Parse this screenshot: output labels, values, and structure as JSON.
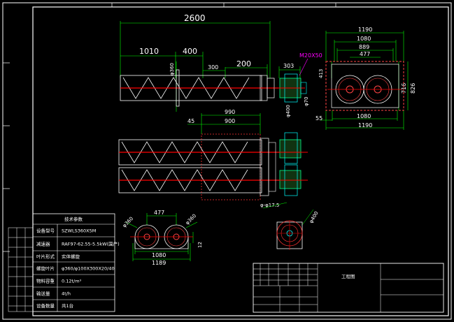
{
  "dimensions": {
    "total_length": "2600",
    "section_1010": "1010",
    "section_400": "400",
    "section_300": "300",
    "section_200": "200",
    "section_303": "303",
    "bolt": "M20X50",
    "dia_360_top": "φ360",
    "dia_400_top": "φ400",
    "dia_70": "φ70",
    "len_990": "990",
    "len_900": "900",
    "len_45": "45",
    "dia_bottom_175": "φ-φ17.5",
    "dia_400_end": "φ400",
    "end_1190_top": "1190",
    "end_1080_top": "1080",
    "end_889": "889",
    "end_477_top": "477",
    "end_413": "413",
    "end_716": "716",
    "end_826": "826",
    "end_55": "55",
    "end_1080_bot": "1080",
    "end_1190_bot": "1190",
    "front_477": "477",
    "front_360_left": "φ360",
    "front_360_right": "φ360",
    "front_1080": "1080",
    "front_1189": "1189",
    "front_12": "12"
  },
  "spec_table": {
    "title": "技术参数",
    "rows": [
      {
        "label": "设备型号",
        "value": "SZWLS360X5M"
      },
      {
        "label": "减速器",
        "value": "RAF97-62.55-5.5kW(国产)"
      },
      {
        "label": "叶片形式",
        "value": "实体螺旋"
      },
      {
        "label": "螺旋叶片",
        "value": "φ360/φ100X300X20/40"
      },
      {
        "label": "物料容重",
        "value": "0.12t/m³"
      },
      {
        "label": "输送量",
        "value": "4t/h"
      },
      {
        "label": "设备数量",
        "value": "共1台"
      }
    ]
  },
  "title_block": {
    "label": "工程图"
  },
  "colors": {
    "background": "#000000",
    "frame": "#ffffff",
    "dimension": "#00ff00",
    "dim_text": "#ffffff",
    "shaft": "#ff0000",
    "outline": "#ffffff",
    "hatch": "#ff3333",
    "callout": "#ff00ff",
    "motor": "#00ffff"
  }
}
